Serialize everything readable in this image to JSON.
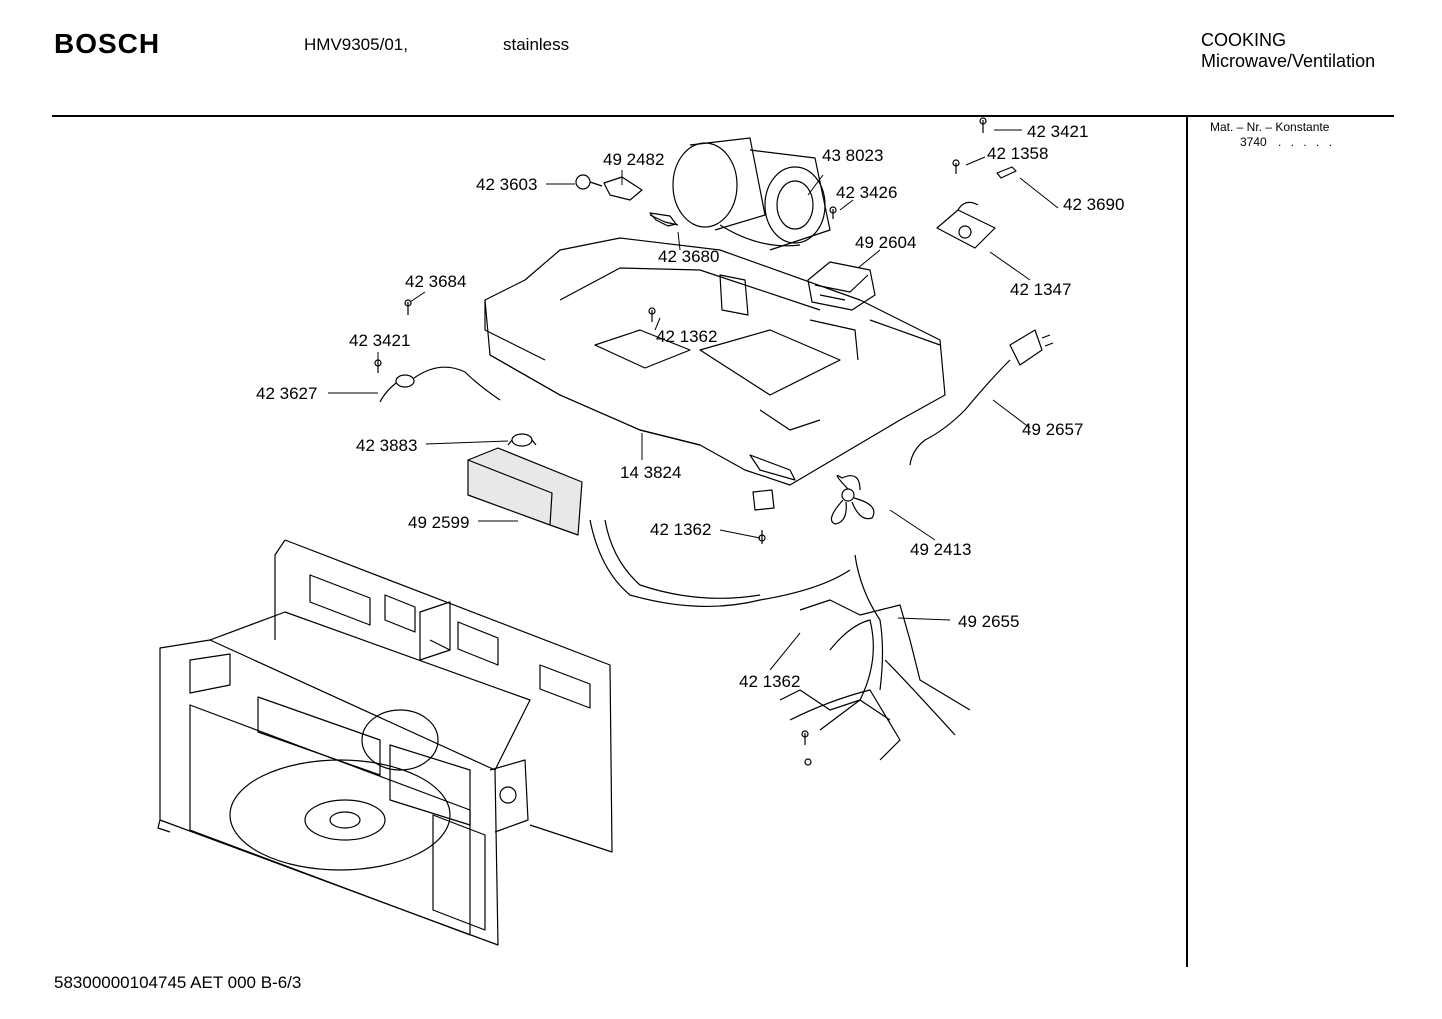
{
  "header": {
    "brand": "BOSCH",
    "model": "HMV9305/01,",
    "variant": "stainless",
    "category_line1": "COOKING",
    "category_line2": "Microwave/Ventilation"
  },
  "sidebar": {
    "mat_title": "Mat. – Nr. – Konstante",
    "mat_value": "3740",
    "mat_dots": ". . . . ."
  },
  "footer": {
    "doc_code": "58300000104745 AET 000 B-6/3"
  },
  "parts": [
    "42 3421",
    "42 1358",
    "43 8023",
    "49 2482",
    "42 3603",
    "42 3426",
    "42 3690",
    "42 3680",
    "49 2604",
    "42 1347",
    "42 3684",
    "42 1362",
    "42 3421",
    "42 3627",
    "49 2657",
    "42 3883",
    "14 3824",
    "49 2599",
    "42 1362",
    "49 2413",
    "49 2655",
    "42 1362"
  ]
}
